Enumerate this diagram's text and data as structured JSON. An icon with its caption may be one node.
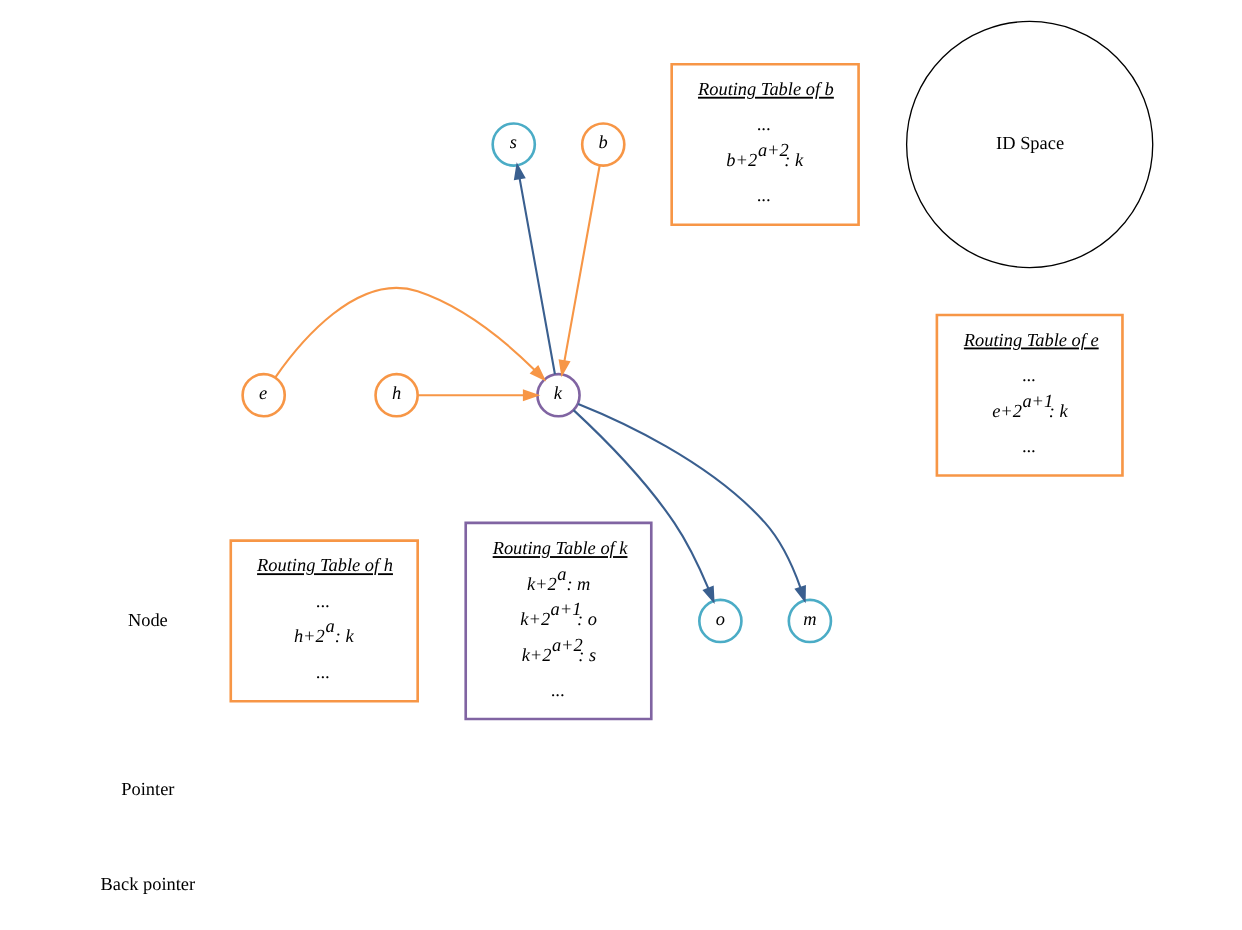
{
  "diagram": {
    "nodes": [
      {
        "text": [
          "s"
        ]
      },
      {
        "text": [
          "b"
        ]
      },
      {
        "text": [
          "Routing Table of b",
          "...",
          "b+2$^{a+2}$: k",
          "..."
        ]
      },
      {
        "text": [
          "o"
        ]
      },
      {
        "text": [
          "ID Space"
        ]
      },
      {
        "text": [
          "Routing Table of e",
          "...",
          "e+2$^{a+1}$: k",
          "..."
        ]
      },
      {
        "text": [
          "m"
        ]
      },
      {
        "text": [
          "e"
        ]
      },
      {
        "text": [
          "k"
        ]
      },
      {
        "text": [
          "h"
        ]
      },
      {
        "text": [
          "Routing Table of k",
          "k+2$^{a}$: m",
          "k+2$^{a+1}$: o",
          "k+2$^{a+2}$: s",
          "..."
        ]
      },
      {
        "text": [
          "Routing Table of h",
          "...",
          "h+2$^{a}$: k",
          "..."
        ]
      }
    ],
    "edges": [
      {
        "from": 8,
        "to": 6,
        "arrow": "to",
        "color": "#3a5f8f"
      },
      {
        "from": 8,
        "to": 3,
        "arrow": "to",
        "color": "#3a5f8f"
      },
      {
        "from": 8,
        "to": 0,
        "arrow": "to",
        "color": "#3a5f8f"
      },
      {
        "from": 9,
        "to": 8,
        "arrow": "to",
        "color": "#f79646"
      },
      {
        "from": 7,
        "to": 8,
        "arrow": "to",
        "color": "#f79646"
      },
      {
        "from": 1,
        "to": 8,
        "arrow": "to",
        "color": "#f79646"
      }
    ],
    "legend": [
      {
        "text": "Node"
      },
      {
        "text": "Pointer"
      },
      {
        "text": "Back pointer"
      }
    ]
  }
}
